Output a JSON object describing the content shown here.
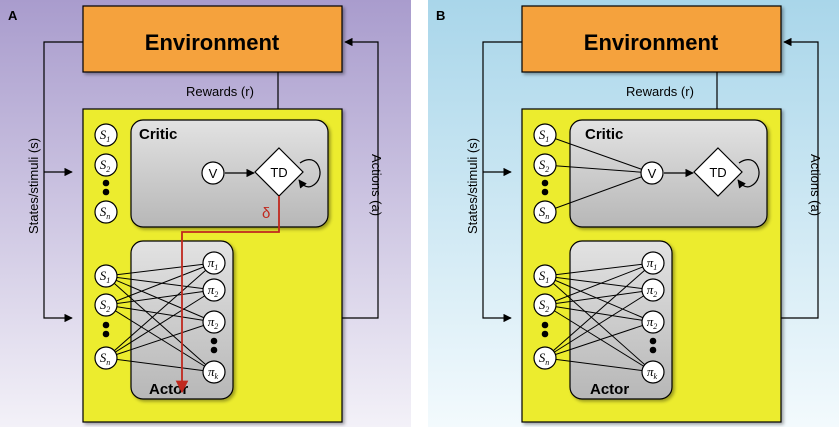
{
  "panels": [
    {
      "letter": "A",
      "environment": "Environment",
      "rewards": "Rewards (r)",
      "states": "States/stimuli (s)",
      "actions": "Actions (a)",
      "critic": "Critic",
      "actor": "Actor",
      "value": "V",
      "td": "TD",
      "delta": "δ",
      "state_labels": [
        {
          "s": "S",
          "sub": "1"
        },
        {
          "s": "S",
          "sub": "2"
        },
        {
          "s": "S",
          "sub": "n"
        }
      ],
      "policy_labels": [
        {
          "s": "π",
          "sub": "1"
        },
        {
          "s": "π",
          "sub": "2"
        },
        {
          "s": "π",
          "sub": "2"
        },
        {
          "s": "π",
          "sub": "k"
        }
      ]
    },
    {
      "letter": "B",
      "environment": "Environment",
      "rewards": "Rewards (r)",
      "states": "States/stimuli (s)",
      "actions": "Actions (a)",
      "critic": "Critic",
      "actor": "Actor",
      "value": "V",
      "td": "TD",
      "state_labels": [
        {
          "s": "S",
          "sub": "1"
        },
        {
          "s": "S",
          "sub": "2"
        },
        {
          "s": "S",
          "sub": "n"
        }
      ],
      "policy_labels": [
        {
          "s": "π",
          "sub": "1"
        },
        {
          "s": "π",
          "sub": "2"
        },
        {
          "s": "π",
          "sub": "2"
        },
        {
          "s": "π",
          "sub": "k"
        }
      ]
    }
  ],
  "colors": {
    "panel_a_top": "#a99ccd",
    "panel_a_bottom": "#f3f1f8",
    "panel_b_top": "#a9d6ea",
    "panel_b_bottom": "#f3fafd",
    "environment": "#f5a23c",
    "agent": "#ecec2f",
    "module": "#c8c8c8",
    "delta": "#c0281e"
  }
}
